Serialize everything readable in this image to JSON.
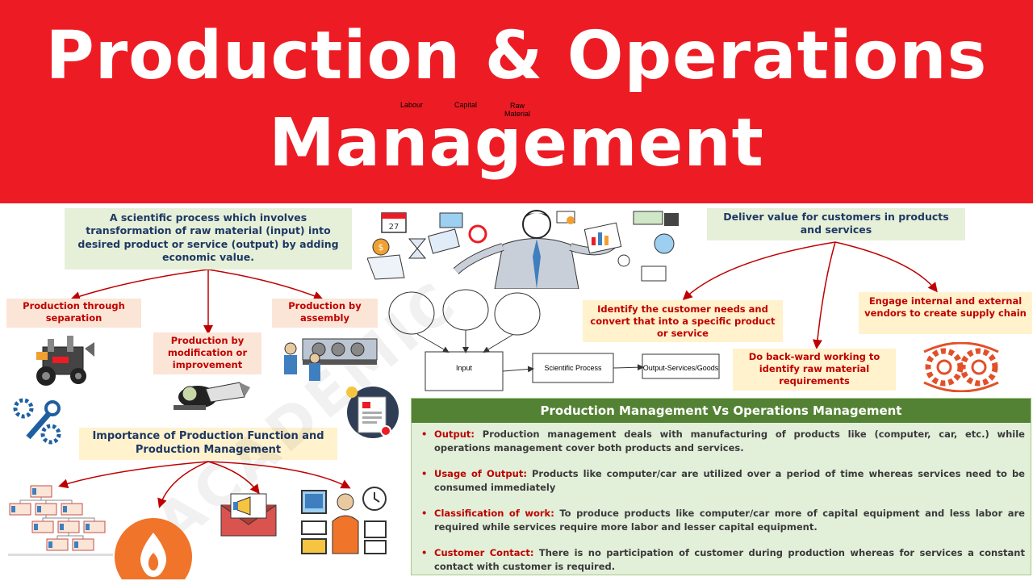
{
  "title": {
    "line1": "Production & Operations",
    "line2": "Management"
  },
  "definition": "A scientific process which involves transformation of raw material (input) into desired product or service (output) by adding economic value.",
  "production_types": {
    "separation": "Production through separation",
    "modification": "Production by modification or improvement",
    "assembly": "Production by assembly"
  },
  "importance": "Importance of Production Function and Production Management",
  "process": {
    "inputs": [
      "Labour",
      "Capital",
      "Raw Material"
    ],
    "input": "Input",
    "scientific": "Scientific Process",
    "output": "Output-Services/Goods"
  },
  "deliver_value": "Deliver value for customers in products and services",
  "value_points": {
    "identify": "Identify the customer needs and convert that into a specific product or service",
    "backward": "Do back-ward working to identify raw material requirements",
    "engage": "Engage internal and external vendors to create supply chain"
  },
  "comparison": {
    "title": "Production Management Vs Operations Management",
    "items": [
      {
        "term": "Output:",
        "text": "Production management deals with manufacturing of products like (computer, car, etc.) while operations management cover both products and services."
      },
      {
        "term": "Usage of Output:",
        "text": "Products like computer/car are utilized over a period of time whereas services need to be consumed immediately"
      },
      {
        "term": "Classification of work:",
        "text": "To produce products like computer/car more of capital equipment and less labor are required while services require more labor and lesser capital equipment."
      },
      {
        "term": "Customer Contact:",
        "text": "There is no participation of customer during production whereas for services a constant contact with customer is required."
      }
    ]
  },
  "calendar_day": "27",
  "watermark": "ACADEMIC",
  "colors": {
    "banner": "#ed1c24",
    "accent_red": "#c00000",
    "navy": "#1f3864",
    "panel_header": "#548235",
    "panel_bg": "#e2efd9"
  },
  "icons": [
    "machinery-icon",
    "repair-icon",
    "assembly-line-icon",
    "gear-wrench-icon",
    "document-idea-icon",
    "businessman-icon",
    "org-chart-icon",
    "fire-icon",
    "email-megaphone-icon",
    "worker-tools-icon",
    "gear-cycle-icon"
  ]
}
